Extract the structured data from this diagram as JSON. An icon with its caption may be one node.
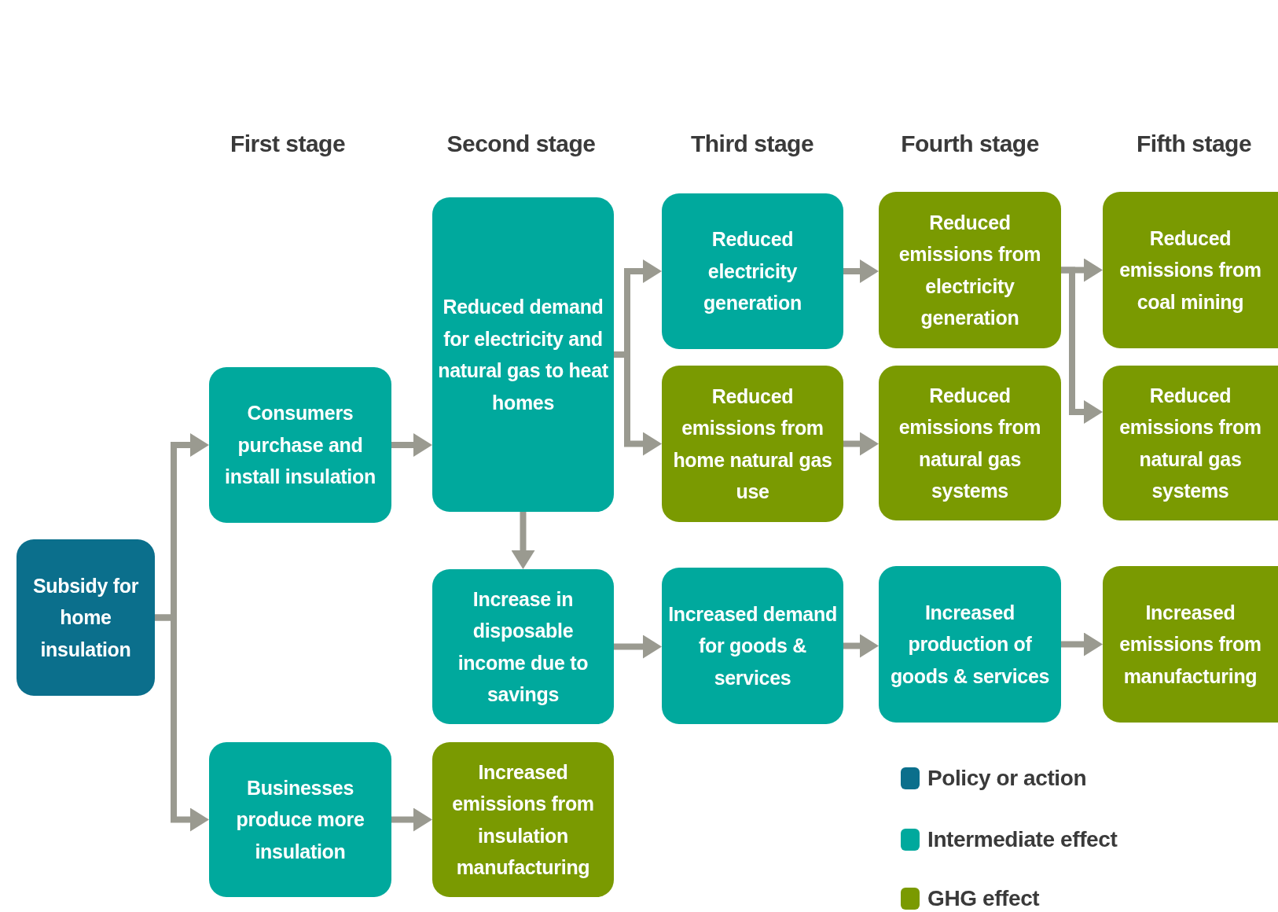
{
  "diagram": {
    "nodes": [
      {
        "text": [
          "Subsidy for home insulation"
        ]
      },
      {
        "text": [
          "Consumers purchase and install insulation"
        ]
      },
      {
        "text": [
          "Businesses produce more insulation"
        ]
      },
      {
        "text": [
          "Reduced demand for electricity and natural gas to heat homes"
        ]
      },
      {
        "text": [
          "Increase in disposable income due to savings"
        ]
      },
      {
        "text": [
          "Increased emissions from insulation manufacturing"
        ]
      },
      {
        "text": [
          "Reduced electricity generation"
        ]
      },
      {
        "text": [
          "Reduced emissions from home natural gas use"
        ]
      },
      {
        "text": [
          "Increased demand for goods & services"
        ]
      },
      {
        "text": [
          "Reduced emissions from electricity generation"
        ]
      },
      {
        "text": [
          "Reduced emissions from natural gas systems"
        ]
      },
      {
        "text": [
          "Increased production of goods & services"
        ]
      },
      {
        "text": [
          "Reduced emissions from coal mining"
        ]
      },
      {
        "text": [
          "Reduced emissions from natural gas systems"
        ]
      },
      {
        "text": [
          "Increased emissions from manufacturing"
        ]
      }
    ],
    "edges": [
      {
        "from": 0,
        "to": 1,
        "arrow": "to"
      },
      {
        "from": 0,
        "to": 2,
        "arrow": "to"
      },
      {
        "from": 1,
        "to": 3,
        "arrow": "to"
      },
      {
        "from": 2,
        "to": 5,
        "arrow": "to"
      },
      {
        "from": 3,
        "to": 4,
        "arrow": "to"
      },
      {
        "from": 3,
        "to": 6,
        "arrow": "to"
      },
      {
        "from": 3,
        "to": 7,
        "arrow": "to"
      },
      {
        "from": 4,
        "to": 8,
        "arrow": "to"
      },
      {
        "from": 6,
        "to": 9,
        "arrow": "to"
      },
      {
        "from": 7,
        "to": 10,
        "arrow": "to"
      },
      {
        "from": 8,
        "to": 11,
        "arrow": "to"
      },
      {
        "from": 9,
        "to": 12,
        "arrow": "to"
      },
      {
        "from": 9,
        "to": 13,
        "arrow": "to"
      },
      {
        "from": 11,
        "to": 14,
        "arrow": "to"
      }
    ],
    "labels": [
      "First stage",
      "Second stage",
      "Third stage",
      "Fourth stage",
      "Fifth stage"
    ],
    "legend": [
      {
        "text": "Policy or action",
        "color": "#0b6f8c"
      },
      {
        "text": "Intermediate effect",
        "color": "#00a99d"
      },
      {
        "text": "GHG effect",
        "color": "#7a9a01"
      }
    ]
  }
}
